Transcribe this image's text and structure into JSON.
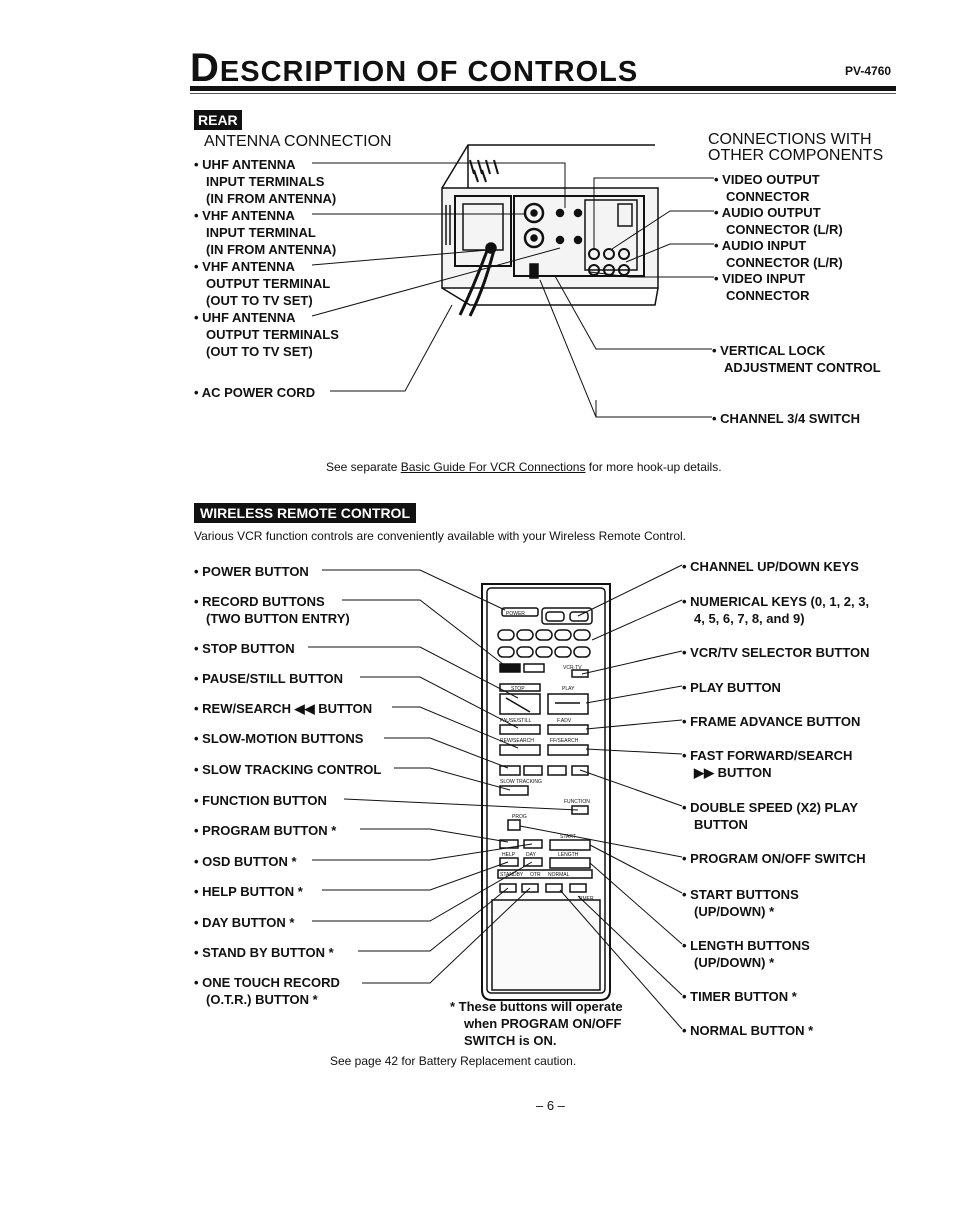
{
  "header": {
    "title_initial": "D",
    "title_rest": "ESCRIPTION OF CONTROLS",
    "model": "PV-4760"
  },
  "rear": {
    "tag": "REAR",
    "antenna_heading": "ANTENNA CONNECTION",
    "other_heading_1": "CONNECTIONS WITH",
    "other_heading_2": "OTHER COMPONENTS",
    "left_labels": [
      [
        "UHF ANTENNA",
        "INPUT TERMINALS",
        "(IN FROM ANTENNA)"
      ],
      [
        "VHF ANTENNA",
        "INPUT TERMINAL",
        "(IN FROM ANTENNA)"
      ],
      [
        "VHF ANTENNA",
        "OUTPUT TERMINAL",
        "(OUT TO TV SET)"
      ],
      [
        "UHF ANTENNA",
        "OUTPUT TERMINALS",
        "(OUT TO TV SET)"
      ]
    ],
    "ac_power": "AC POWER CORD",
    "right_labels": [
      [
        "VIDEO OUTPUT",
        "CONNECTOR"
      ],
      [
        "AUDIO OUTPUT",
        "CONNECTOR (L/R)"
      ],
      [
        "AUDIO INPUT",
        "CONNECTOR (L/R)"
      ],
      [
        "VIDEO INPUT",
        "CONNECTOR"
      ]
    ],
    "vertical_lock": [
      "VERTICAL LOCK",
      "ADJUSTMENT CONTROL"
    ],
    "channel_switch": "CHANNEL 3/4 SWITCH",
    "see_note_pre": "See separate ",
    "see_note_link": "Basic Guide For VCR Connections",
    "see_note_post": " for more hook-up details."
  },
  "remote": {
    "tag": "WIRELESS REMOTE CONTROL",
    "intro": "Various VCR function controls are conveniently available with your Wireless Remote Control.",
    "left_labels": [
      [
        "POWER BUTTON"
      ],
      [
        "RECORD BUTTONS",
        "(TWO BUTTON ENTRY)"
      ],
      [
        "STOP BUTTON"
      ],
      [
        "PAUSE/STILL BUTTON"
      ],
      [
        "REW/SEARCH ◀◀ BUTTON"
      ],
      [
        "SLOW-MOTION BUTTONS"
      ],
      [
        "SLOW TRACKING CONTROL"
      ],
      [
        "FUNCTION BUTTON"
      ],
      [
        "PROGRAM BUTTON *"
      ],
      [
        "OSD BUTTON *"
      ],
      [
        "HELP BUTTON *"
      ],
      [
        "DAY BUTTON *"
      ],
      [
        "STAND BY BUTTON *"
      ],
      [
        "ONE TOUCH RECORD",
        "(O.T.R.) BUTTON *"
      ]
    ],
    "right_labels": [
      [
        "CHANNEL UP/DOWN KEYS"
      ],
      [
        "NUMERICAL KEYS (0, 1, 2, 3,",
        "4, 5, 6, 7, 8, and 9)"
      ],
      [
        "VCR/TV SELECTOR BUTTON"
      ],
      [
        "PLAY BUTTON"
      ],
      [
        "FRAME ADVANCE BUTTON"
      ],
      [
        "FAST FORWARD/SEARCH",
        "▶▶ BUTTON"
      ],
      [
        "DOUBLE SPEED (X2) PLAY",
        "BUTTON"
      ],
      [
        "PROGRAM ON/OFF SWITCH"
      ],
      [
        "START BUTTONS",
        "(UP/DOWN) *"
      ],
      [
        "LENGTH BUTTONS",
        "(UP/DOWN) *"
      ],
      [
        "TIMER BUTTON *"
      ],
      [
        "NORMAL BUTTON *"
      ]
    ],
    "footnote": [
      "* These buttons will operate",
      "when PROGRAM ON/OFF",
      "SWITCH is ON."
    ],
    "battery_note": "See page 42 for Battery Replacement caution.",
    "remote_labels": {
      "power": "POWER",
      "stop": "STOP",
      "play": "PLAY",
      "pause": "PAUSE/STILL",
      "fadv": "F.ADV",
      "rew": "REW/SEARCH",
      "ff": "FF/SEARCH",
      "vcrtv": "VCR·TV",
      "function": "FUNCTION",
      "prog": "PROG",
      "start": "START",
      "length": "LENGTH",
      "help": "HELP",
      "day": "DAY",
      "standby": "STANDBY",
      "otr": "OTR",
      "normal": "NORMAL",
      "timer": "TIMER",
      "slowtrack": "SLOW TRACKING"
    }
  },
  "page_number": "– 6 –"
}
